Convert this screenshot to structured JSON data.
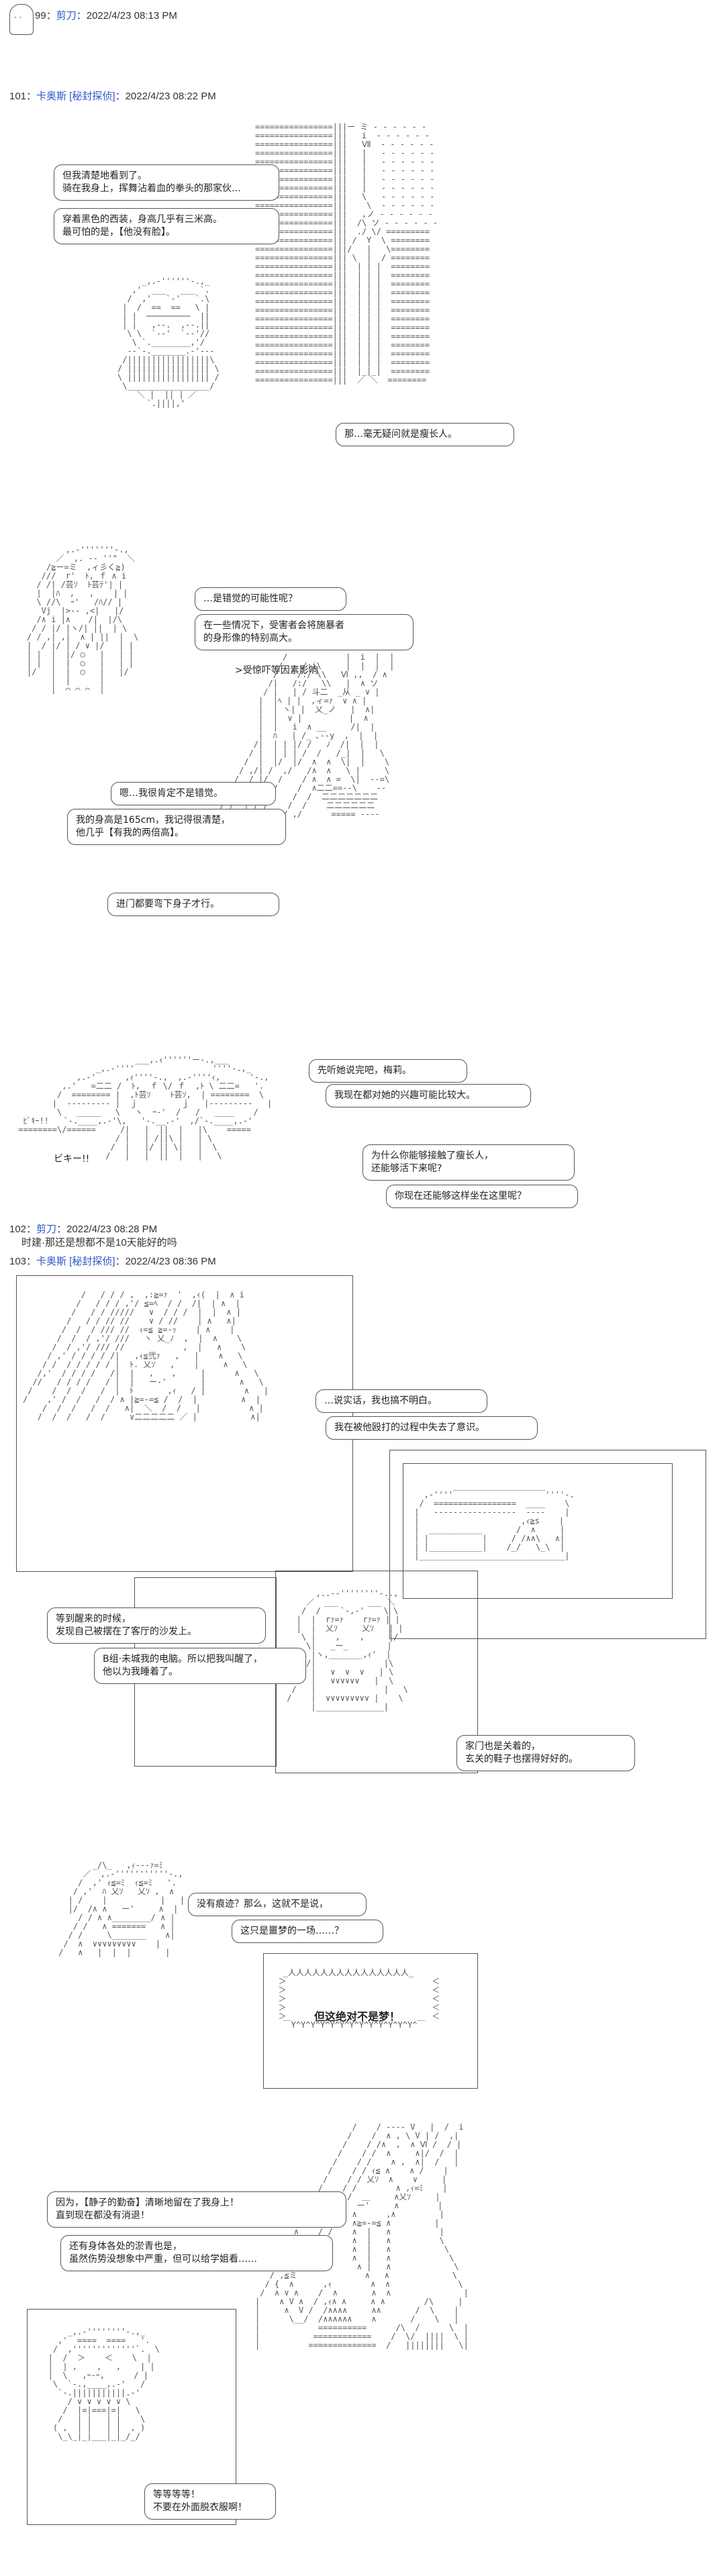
{
  "posts": [
    {
      "num": "99",
      "name": "剪刀",
      "trip": "",
      "datetime": "2022/4/23 08:13 PM"
    },
    {
      "num": "101",
      "name": "卡奥斯",
      "trip": "[秘封探侦]",
      "datetime": "2022/4/23 08:22 PM"
    },
    {
      "num": "102",
      "name": "剪刀",
      "trip": "",
      "datetime": "2022/4/23 08:28 PM",
      "body": "时建·那还是想都不是10天能好的吗"
    },
    {
      "num": "103",
      "name": "卡奥斯",
      "trip": "[秘封探侦]",
      "datetime": "2022/4/23 08:36 PM"
    }
  ],
  "panel1": {
    "bubble_a": "但我清楚地看到了。\n骑在我身上，挥舞沾着血的拳头的那家伙…",
    "bubble_b": "穿着黑色的西装，身高几乎有三米高。\n最可怕的是，【他没有脸】。",
    "bubble_c": "那…毫无疑问就是瘦长人。"
  },
  "panel2": {
    "bubble_a": "…是错觉的可能性呢？",
    "bubble_b": "在一些情况下，受害者会将施暴者\n的身形像的特别高大。",
    "caption_a": ">受惊吓等因素影响",
    "bubble_c": "嗯…我很肯定不是错觉。",
    "bubble_d": "我的身高是165cm，我记得很清楚，\n他几乎【有我的两倍高】。",
    "bubble_e": "进门都要弯下身子才行。"
  },
  "panel3": {
    "bubble_a": "先听她说完吧，梅莉。",
    "bubble_b": "我现在都对她的兴趣可能比较大。",
    "sfx": "ビキー!!",
    "bubble_c": "为什么你能够接触了瘦长人，\n还能够活下来呢?",
    "bubble_d": "你现在还能够这样坐在这里呢？"
  },
  "panel4": {
    "bubble_a": "…说实话，我也搞不明白。",
    "bubble_b": "我在被他殴打的过程中失去了意识。",
    "bubble_c": "等到醒来的时候，\n发现自己被摆在了客厅的沙发上。",
    "bubble_d": "B组·未城我的电脑。所以把我叫醒了，\n他以为我睡着了。",
    "bubble_e": "家门也是关着的，\n玄关的鞋子也摆得好好的。",
    "bubble_f": "没有痕迹？那么，这就不是说，",
    "bubble_g": "这只是噩梦的一场……？",
    "center": "但这绝对不是梦！"
  },
  "panel5": {
    "bubble_a": "因为，【静子的勤奋】清晰地留在了我身上！\n直到现在都没有消退！",
    "bubble_b": "还有身体各处的淤青也是，\n虽然伤势没想象中严重，但可以给学姐看……",
    "bubble_c": "等等等等！\n不要在外面脱衣服啊！"
  },
  "icons": [
    "ghost-avatar-icon"
  ]
}
